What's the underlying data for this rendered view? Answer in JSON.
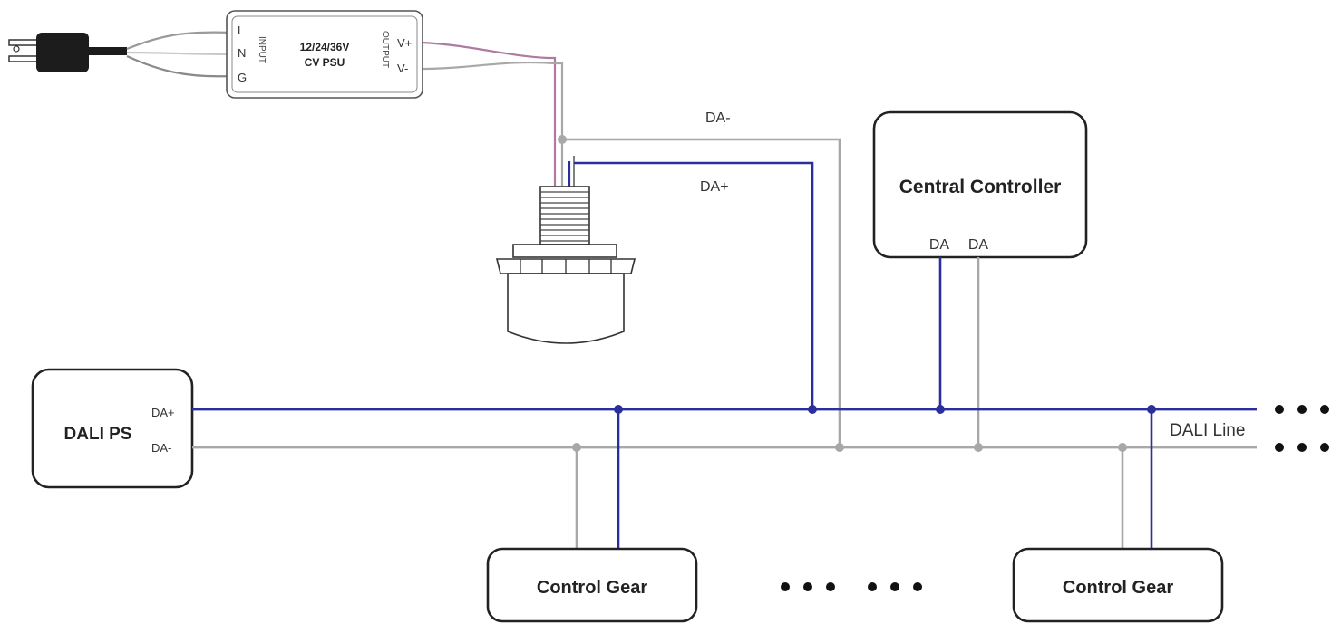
{
  "psu": {
    "title_line1": "12/24/36V",
    "title_line2": "CV PSU",
    "input_label": "INPUT",
    "output_label": "OUTPUT",
    "pin_l": "L",
    "pin_n": "N",
    "pin_g": "G",
    "pin_vplus": "V+",
    "pin_vminus": "V-"
  },
  "bus_labels": {
    "da_minus": "DA-",
    "da_plus": "DA+",
    "dali_line": "DALI Line"
  },
  "central_controller": {
    "title": "Central Controller",
    "terminal_1": "DA",
    "terminal_2": "DA"
  },
  "dali_ps": {
    "title": "DALI PS",
    "terminal_plus": "DA+",
    "terminal_minus": "DA-"
  },
  "control_gear": {
    "left_title": "Control Gear",
    "right_title": "Control Gear"
  },
  "colors": {
    "da_plus_wire": "#2b2f9e",
    "da_minus_wire": "#a8a8a8",
    "outline": "#222222",
    "power_wire": "#b07aa0"
  }
}
